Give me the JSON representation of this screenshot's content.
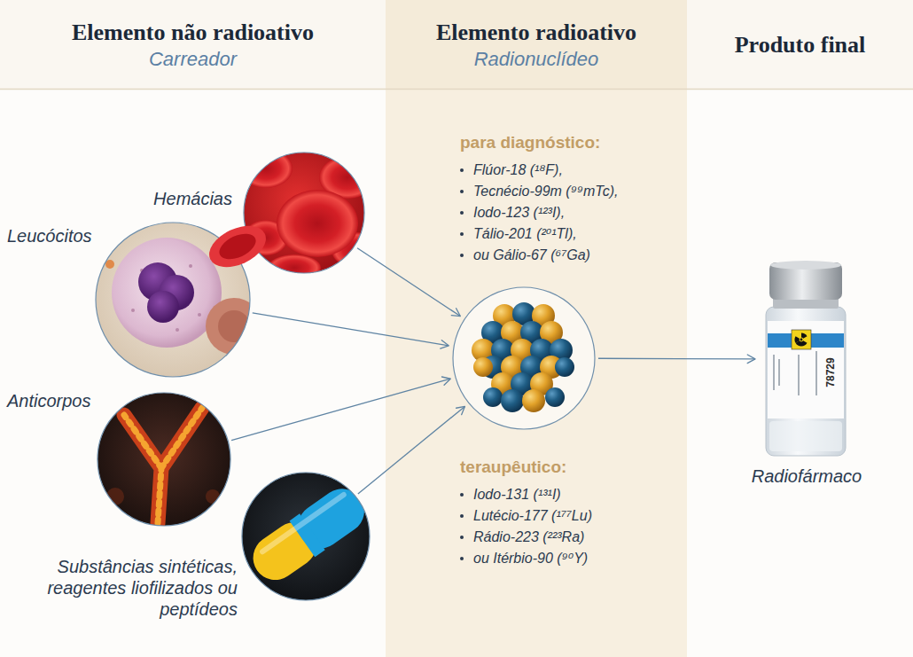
{
  "diagram": {
    "nodes": [
      {
        "text": [
          "Elemento não radioativo",
          "Carreador"
        ]
      },
      {
        "text": [
          "Hemácias"
        ],
        "in": 0
      },
      {
        "text": [
          "Leucócitos"
        ],
        "in": 0
      },
      {
        "text": [
          "Anticorpos"
        ],
        "in": 0
      },
      {
        "text": [
          "Substâncias sintéticas, reagentes liofilizados ou peptídeos"
        ],
        "in": 0
      },
      {
        "text": [
          "Elemento radioativo",
          "Radionuclídeo"
        ]
      },
      {
        "text": [
          "para diagnóstico:",
          "Flúor-18 (¹⁸F),",
          "Tecnécio-99m (⁹⁹mTc),",
          "Iodo-123 (¹²³I),",
          "Tálio-201 (²⁰¹Tl),",
          "ou Gálio-67 (⁶⁷Ga)",
          "teraupêutico:",
          "Iodo-131 (¹³¹I)",
          "Lutécio-177 (¹⁷⁷Lu)",
          "Rádio-223 (²²³Ra)",
          "ou Itérbio-90 (⁹⁰Y)"
        ],
        "in": 5
      },
      {
        "text": [
          "Produto final"
        ]
      },
      {
        "text": [
          "Radiofármaco"
        ],
        "in": 7
      }
    ],
    "edges": [
      {
        "from": 1,
        "to": 6,
        "arrow": "to"
      },
      {
        "from": 2,
        "to": 6,
        "arrow": "to"
      },
      {
        "from": 3,
        "to": 6,
        "arrow": "to"
      },
      {
        "from": 4,
        "to": 6,
        "arrow": "to"
      },
      {
        "from": 6,
        "to": 8,
        "arrow": "to"
      }
    ],
    "labels": [
      "78729"
    ]
  }
}
